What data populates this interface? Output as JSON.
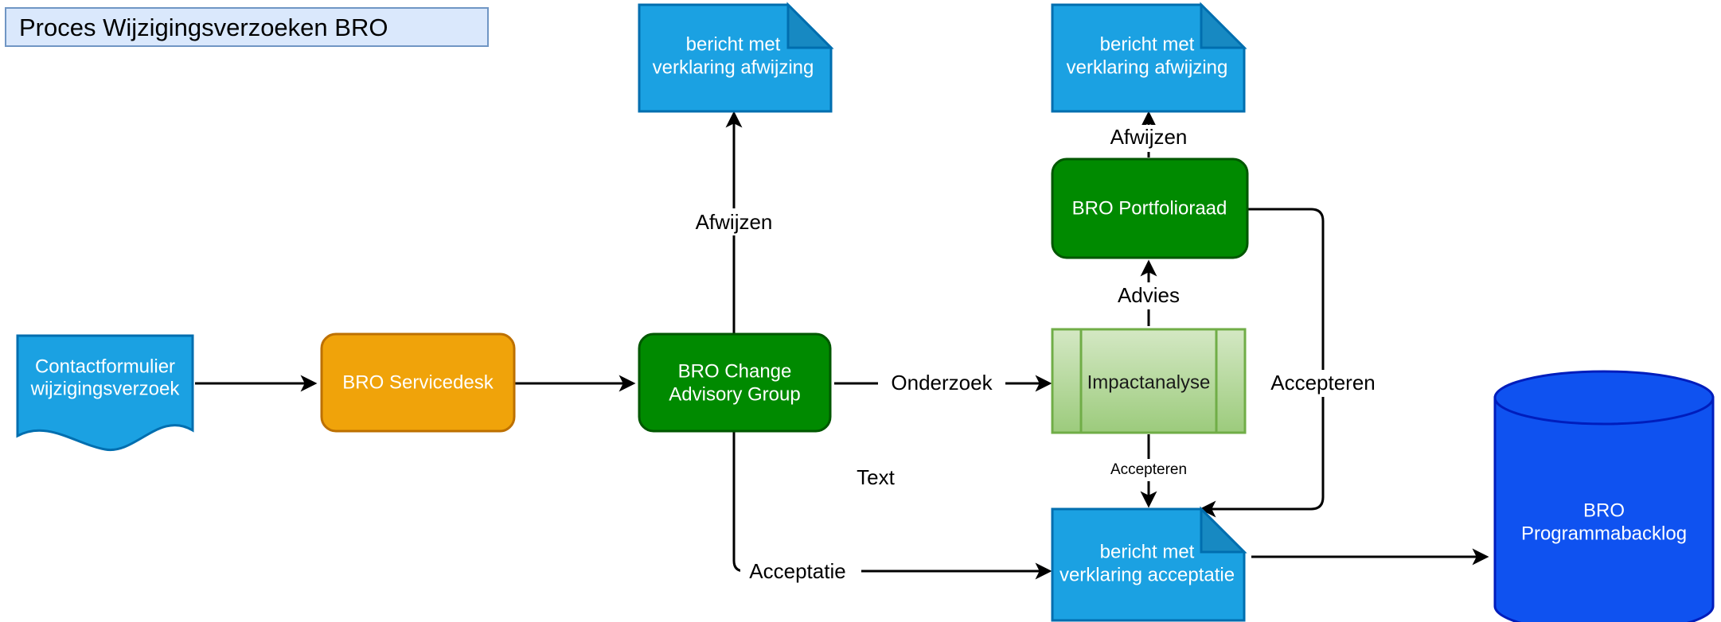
{
  "title": {
    "text": "Proces Wijzigingsverzoeken BRO"
  },
  "colors": {
    "title_fill": "#dae8fc",
    "title_stroke": "#7096c4",
    "document_fill": "#1ba1e2",
    "document_stroke": "#006eaf",
    "note_fill": "#1ba1e2",
    "note_fold": "#1789c2",
    "orange_fill": "#f0a30a",
    "orange_stroke": "#bd7000",
    "green_fill": "#008a00",
    "green_stroke": "#005700",
    "process_fill": "#a9d18e",
    "process_stroke": "#70ad47",
    "cylinder_fill": "#0f52f0",
    "cylinder_stroke": "#001dbc",
    "edge_stroke": "#000000",
    "text_light": "#ffffff",
    "text_dark": "#1a1a1a"
  },
  "nodes": {
    "contactformulier": {
      "label_line1": "Contactformulier",
      "label_line2": "wijzigingsverzoek",
      "shape": "document"
    },
    "servicedesk": {
      "label": "BRO Servicedesk",
      "shape": "rounded-rect"
    },
    "change_advisory_group": {
      "label_line1": "BRO Change",
      "label_line2": "Advisory Group",
      "shape": "rounded-rect"
    },
    "afwijzing_note_left": {
      "label_line1": "bericht met",
      "label_line2": "verklaring afwijzing",
      "shape": "note"
    },
    "afwijzing_note_right": {
      "label_line1": "bericht met",
      "label_line2": "verklaring afwijzing",
      "shape": "note"
    },
    "portfolioraad": {
      "label": "BRO Portfolioraad",
      "shape": "rounded-rect"
    },
    "impactanalyse": {
      "label": "Impactanalyse",
      "shape": "predefined-process"
    },
    "acceptatie_note": {
      "label_line1": "bericht met",
      "label_line2": "verklaring acceptatie",
      "shape": "note"
    },
    "programmabacklog": {
      "label_line1": "BRO",
      "label_line2": "Programmabacklog",
      "shape": "cylinder"
    }
  },
  "edge_labels": {
    "afwijzen_left": "Afwijzen",
    "afwijzen_right": "Afwijzen",
    "onderzoek": "Onderzoek",
    "advies": "Advies",
    "accepteren_down": "Accepteren",
    "accepteren_right": "Accepteren",
    "acceptatie": "Acceptatie",
    "free_text": "Text"
  }
}
